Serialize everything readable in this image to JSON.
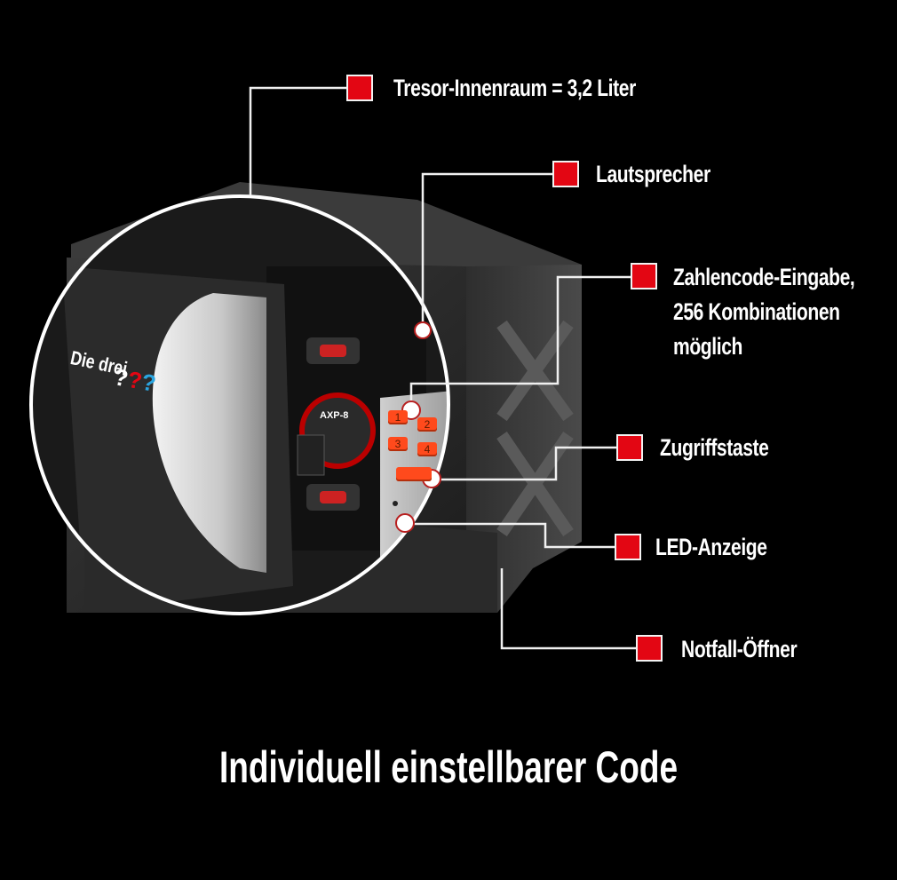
{
  "headline": "Individuell einstellbarer Code",
  "product": {
    "brand_text": "Die drei",
    "brand_marks": [
      "?",
      "?",
      "?"
    ],
    "chip_label": "AXP-8",
    "keypad_keys": [
      "1",
      "2",
      "3",
      "4",
      ""
    ]
  },
  "callouts": [
    {
      "id": "innenraum",
      "lines": [
        "Tresor-Innenraum = 3,2 Liter"
      ]
    },
    {
      "id": "lautsprecher",
      "lines": [
        "Lautsprecher"
      ]
    },
    {
      "id": "zahlencode",
      "lines": [
        "Zahlencode-Eingabe,",
        "256 Kombinationen",
        "möglich"
      ]
    },
    {
      "id": "zugriffstaste",
      "lines": [
        "Zugriffstaste"
      ]
    },
    {
      "id": "led",
      "lines": [
        "LED-Anzeige"
      ]
    },
    {
      "id": "notfall",
      "lines": [
        "Notfall-Öffner"
      ]
    }
  ],
  "colors": {
    "background": "#000000",
    "marker": "#e30613",
    "text": "#ffffff",
    "key": "#ff4a1c"
  }
}
